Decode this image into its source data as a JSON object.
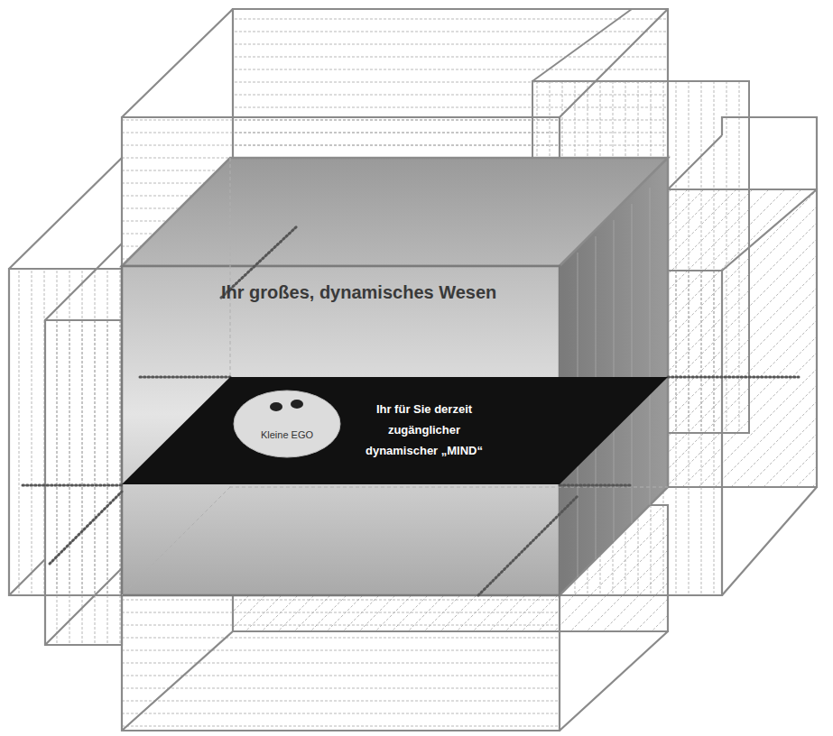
{
  "diagram": {
    "nodes": [
      {
        "text": [
          "Ihr großes, dynamisches Wesen"
        ]
      },
      {
        "text": [
          "Ihr für Sie derzeit zugänglicher dynamischer „MIND“"
        ],
        "in": 0
      },
      {
        "text": [
          "Kleine EGO"
        ],
        "in": 1
      }
    ]
  }
}
